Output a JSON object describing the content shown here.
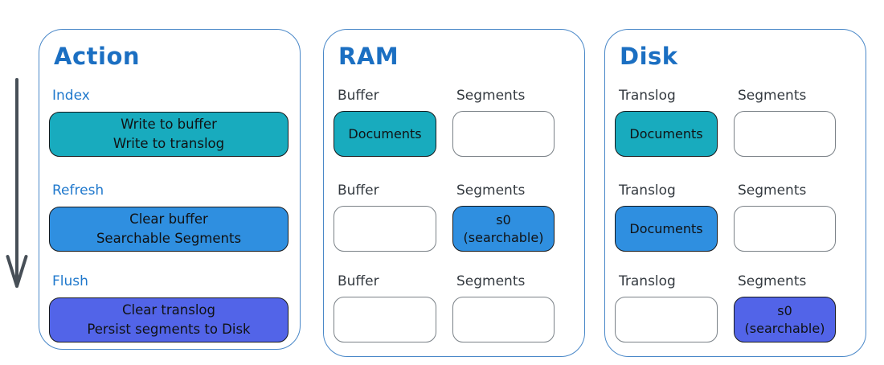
{
  "colors": {
    "panel-border": "#4a88c8",
    "title-blue": "#1b6fc2",
    "stage-blue": "#1f78cc",
    "label-dark": "#343a40",
    "box-border-dark": "#17191c",
    "box-border-gray": "#7a8187",
    "arrow-gray": "#474f57",
    "teal": "#18abbe",
    "blue": "#2f8fe0",
    "indigo": "#5264e8"
  },
  "action": {
    "title": "Action",
    "stages": [
      {
        "label": "Index",
        "text": "Write to buffer\nWrite to translog",
        "bg": "#18abbe"
      },
      {
        "label": "Refresh",
        "text": "Clear buffer\nSearchable Segments",
        "bg": "#2f8fe0"
      },
      {
        "label": "Flush",
        "text": "Clear translog\nPersist segments to Disk",
        "bg": "#5264e8"
      }
    ]
  },
  "ram": {
    "title": "RAM",
    "rows": [
      {
        "cells": [
          {
            "label": "Buffer",
            "text": "Documents",
            "bg": "#18abbe"
          },
          {
            "label": "Segments",
            "text": ""
          }
        ]
      },
      {
        "cells": [
          {
            "label": "Buffer",
            "text": ""
          },
          {
            "label": "Segments",
            "text": "s0\n(searchable)",
            "bg": "#2f8fe0"
          }
        ]
      },
      {
        "cells": [
          {
            "label": "Buffer",
            "text": ""
          },
          {
            "label": "Segments",
            "text": ""
          }
        ]
      }
    ]
  },
  "disk": {
    "title": "Disk",
    "rows": [
      {
        "cells": [
          {
            "label": "Translog",
            "text": "Documents",
            "bg": "#18abbe"
          },
          {
            "label": "Segments",
            "text": ""
          }
        ]
      },
      {
        "cells": [
          {
            "label": "Translog",
            "text": "Documents",
            "bg": "#2f8fe0"
          },
          {
            "label": "Segments",
            "text": ""
          }
        ]
      },
      {
        "cells": [
          {
            "label": "Translog",
            "text": ""
          },
          {
            "label": "Segments",
            "text": "s0\n(searchable)",
            "bg": "#5264e8"
          }
        ]
      }
    ]
  }
}
